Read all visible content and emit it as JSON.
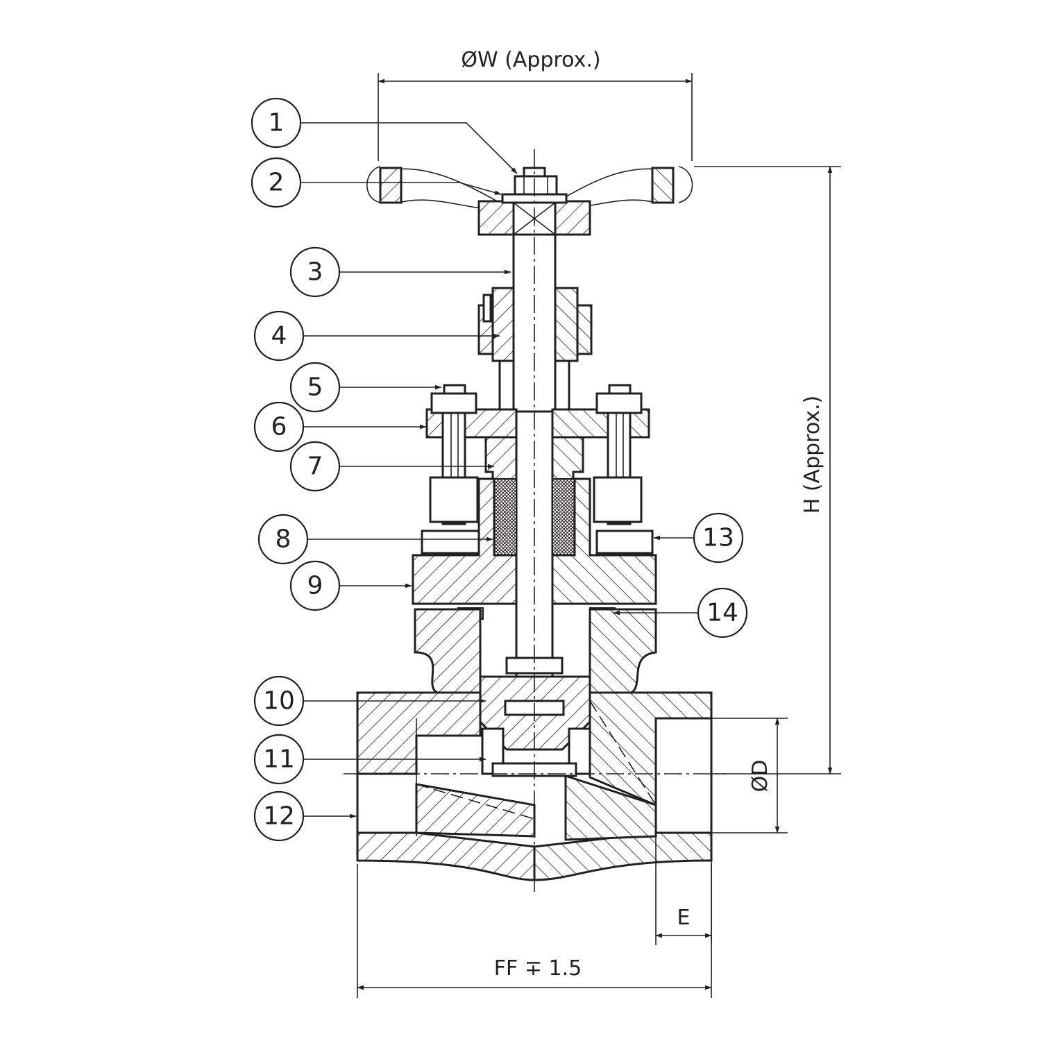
{
  "dimensions": {
    "w_label": "ØW (Approx.)",
    "h_label": "H (Approx.)",
    "d_label": "ØD",
    "e_label": "E",
    "ff_label": "FF ∓ 1.5"
  },
  "callouts": [
    "1",
    "2",
    "3",
    "4",
    "5",
    "6",
    "7",
    "8",
    "9",
    "10",
    "11",
    "12",
    "13",
    "14"
  ],
  "colors": {
    "line": "#231f20",
    "background": "#ffffff"
  }
}
